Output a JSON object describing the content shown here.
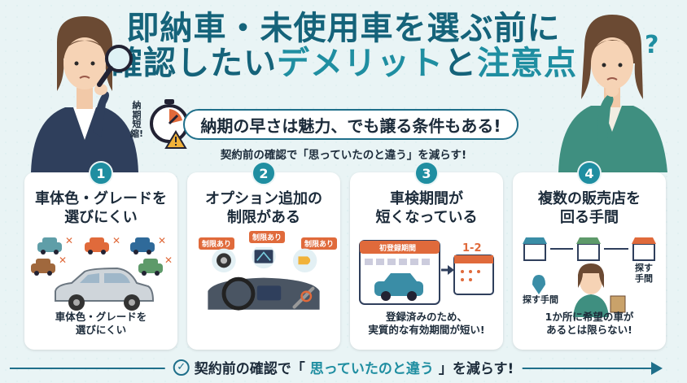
{
  "title": {
    "line1": "即納車・未使用車を選ぶ前に",
    "line2_a": "確認したい",
    "line2_b": "デメリット",
    "line2_c": "と",
    "line2_d": "注意点"
  },
  "banner": {
    "vertical_label": "納期短縮!",
    "text": "納期の早さは魅力、でも譲る条件もある!"
  },
  "subline": "契約前の確認で「思っていたのと違う」を減らす!",
  "question_mark": "?",
  "cards": [
    {
      "num": "1",
      "title": "車体色・グレードを\n選びにくい",
      "caption": "車体色・グレードを\n選びにくい"
    },
    {
      "num": "2",
      "title": "オプション追加の\n制限がある",
      "tags": [
        "制限あり",
        "制限あり",
        "制限あり"
      ]
    },
    {
      "num": "3",
      "title": "車検期間が\n短くなっている",
      "calendar_label": "初登録期間",
      "range_label": "1-2",
      "caption": "登録済みのため、\n実質的な有効期間が短い!"
    },
    {
      "num": "4",
      "title": "複数の販売店を\n回る手間",
      "left_label": "探す手間",
      "right_label": "探す\n手間",
      "caption": "1か所に希望の車が\nあるとは限らない!"
    }
  ],
  "bottom": {
    "text_a": "契約前の確認で「",
    "text_b": "思っていたのと違う",
    "text_c": "」を減らす!"
  },
  "colors": {
    "primary": "#15637a",
    "accent": "#1f8ea1",
    "warn": "#e06a3b",
    "background": "#e9f4f5"
  }
}
